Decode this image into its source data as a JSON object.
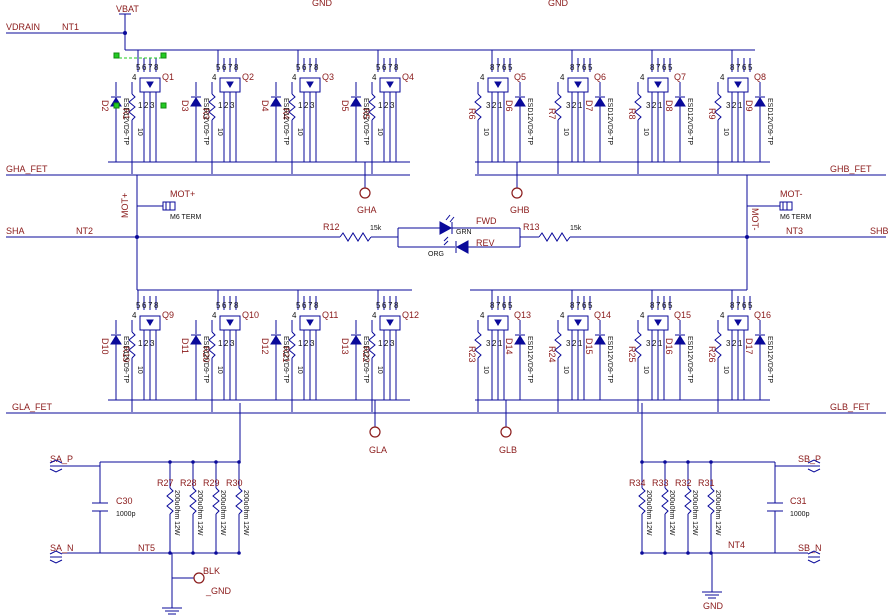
{
  "header": {
    "gnd_left": "GND",
    "gnd_right": "GND"
  },
  "supply": {
    "vbat": "VBAT",
    "vdrain": "VDRAIN",
    "nt1": "NT1"
  },
  "high_side": {
    "rail_left": "GHA_FET",
    "rail_right": "GHB_FET",
    "fets": [
      "Q1",
      "Q2",
      "Q3",
      "Q4",
      "Q5",
      "Q6",
      "Q7",
      "Q8"
    ],
    "diodes": [
      "D2",
      "D3",
      "D4",
      "D5",
      "D6",
      "D7",
      "D8",
      "D9"
    ],
    "resistors": [
      "R1",
      "R3",
      "R4",
      "R5",
      "R6",
      "R7",
      "R8",
      "R9"
    ],
    "diode_part": "ESD12VD9-TP",
    "res_value": "10",
    "gate_tp_left": "GHA",
    "gate_tp_right": "GHB"
  },
  "phase": {
    "sha": "SHA",
    "shb": "SHB",
    "nt2": "NT2",
    "nt3": "NT3",
    "mot_plus": "MOT+",
    "mot_minus": "MOT-",
    "term_part": "M6 TERM",
    "r12": "R12",
    "r13": "R13",
    "r_value": "15k",
    "led_fwd": "FWD",
    "led_rev": "REV",
    "led_grn": "GRN",
    "led_org": "ORG"
  },
  "low_side": {
    "rail_left": "GLA_FET",
    "rail_right": "GLB_FET",
    "fets": [
      "Q9",
      "Q10",
      "Q11",
      "Q12",
      "Q13",
      "Q14",
      "Q15",
      "Q16"
    ],
    "diodes": [
      "D10",
      "D11",
      "D12",
      "D13",
      "D14",
      "D15",
      "D16",
      "D17"
    ],
    "resistors": [
      "R19",
      "R20",
      "R21",
      "R22",
      "R23",
      "R24",
      "R25",
      "R26"
    ],
    "gate_tp_left": "GLA",
    "gate_tp_right": "GLB"
  },
  "sense": {
    "sa_p": "SA_P",
    "sa_n": "SA_N",
    "sb_p": "SB_P",
    "sb_n": "SB_N",
    "c30": "C30",
    "c31": "C31",
    "cap_value": "1000p",
    "nt4": "NT4",
    "nt5": "NT5",
    "shunts_left": [
      "R27",
      "R28",
      "R29",
      "R30"
    ],
    "shunts_right": [
      "R34",
      "R33",
      "R32",
      "R31"
    ],
    "shunt_value": "200u0hm 12W",
    "blk": "BLK",
    "gnd_tp": "_GND",
    "gnd": "GND"
  },
  "colors": {
    "wire": "#0a0a9a",
    "label": "#8a1a1a",
    "text": "#111111",
    "select": "#22cc22"
  }
}
